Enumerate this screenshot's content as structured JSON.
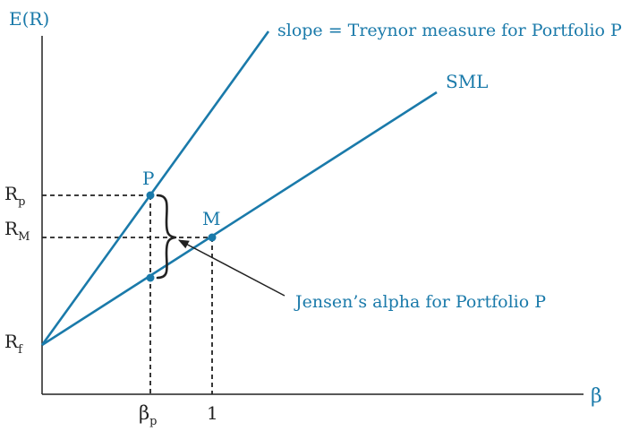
{
  "diagram": {
    "y_axis_label": "E(R)",
    "x_axis_label": "β",
    "treynor_line_label": "slope = Treynor measure for Portfolio P",
    "sml_label": "SML",
    "jensen_label": "Jensen’s alpha for Portfolio P",
    "point_p_label": "P",
    "point_m_label": "M",
    "y_ticks": {
      "rp": {
        "main": "R",
        "sub": "p"
      },
      "rm": {
        "main": "R",
        "sub": "M"
      },
      "rf": {
        "main": "R",
        "sub": "f"
      }
    },
    "x_ticks": {
      "beta_p": {
        "main": "β",
        "sub": "p"
      },
      "one": "1"
    },
    "colors": {
      "accent": "#1a7aaa",
      "ink": "#222222"
    }
  }
}
